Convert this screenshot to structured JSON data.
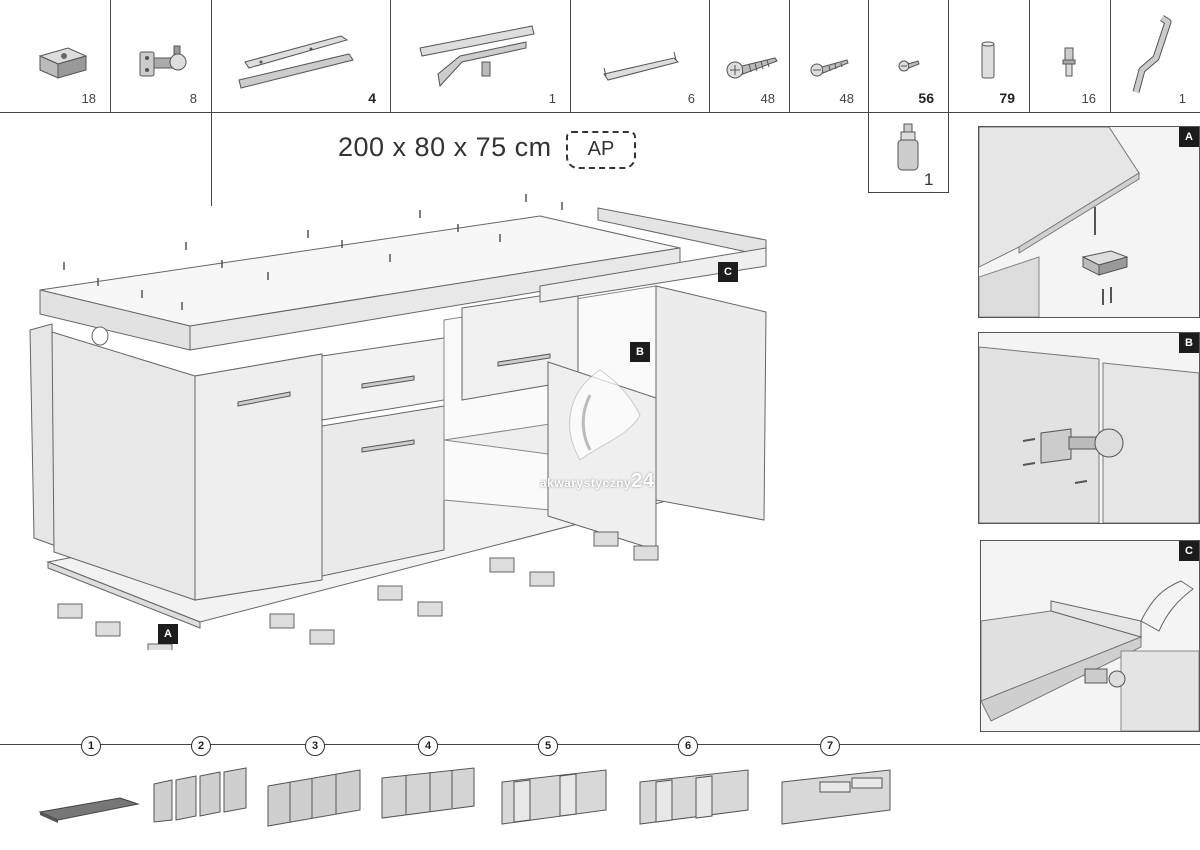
{
  "parts": [
    {
      "name": "corner-block",
      "qty": "18",
      "bold": false
    },
    {
      "name": "hinge",
      "qty": "8",
      "bold": false
    },
    {
      "name": "drawer-runner",
      "qty": "4",
      "bold": true
    },
    {
      "name": "back-rail",
      "qty": "1",
      "bold": false
    },
    {
      "name": "handle",
      "qty": "6",
      "bold": false
    },
    {
      "name": "long-screw",
      "qty": "48",
      "bold": false
    },
    {
      "name": "short-screw",
      "qty": "48",
      "bold": false
    },
    {
      "name": "small-screw",
      "qty": "56",
      "bold": true
    },
    {
      "name": "wooden-dowel",
      "qty": "79",
      "bold": true
    },
    {
      "name": "cam-pin",
      "qty": "16",
      "bold": false
    },
    {
      "name": "allen-key",
      "qty": "1",
      "bold": false
    }
  ],
  "dimensions": "200 x 80 x 75 cm",
  "product_code": "AP",
  "glue": {
    "qty": "1"
  },
  "callouts": {
    "a": "A",
    "b": "B",
    "c": "C"
  },
  "details": [
    {
      "tag": "A"
    },
    {
      "tag": "B"
    },
    {
      "tag": "C"
    }
  ],
  "steps": [
    "1",
    "2",
    "3",
    "4",
    "5",
    "6",
    "7"
  ],
  "watermark": {
    "text": "akwarystyczny",
    "num": "24"
  }
}
